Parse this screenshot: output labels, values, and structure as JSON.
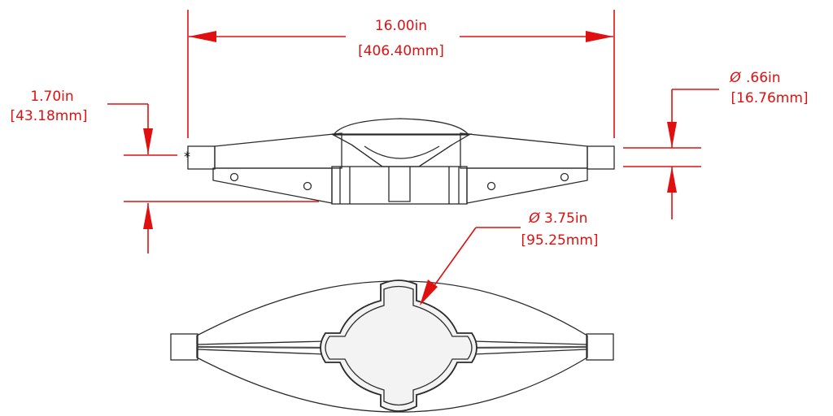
{
  "drawing": {
    "accent_color": "#e01010",
    "part_color": "#e4e4e4",
    "views": [
      "side-view",
      "top-view"
    ],
    "dimensions": {
      "overall_length": {
        "imperial": "16.00in",
        "metric": "[406.40mm]"
      },
      "height": {
        "imperial": "1.70in",
        "metric": "[43.18mm]"
      },
      "end_diameter": {
        "symbol": "Ø",
        "imperial": ".66in",
        "metric": "[16.76mm]"
      },
      "center_diameter": {
        "symbol": "Ø",
        "imperial": "3.75in",
        "metric": "[95.25mm]"
      }
    },
    "marker": "*"
  }
}
